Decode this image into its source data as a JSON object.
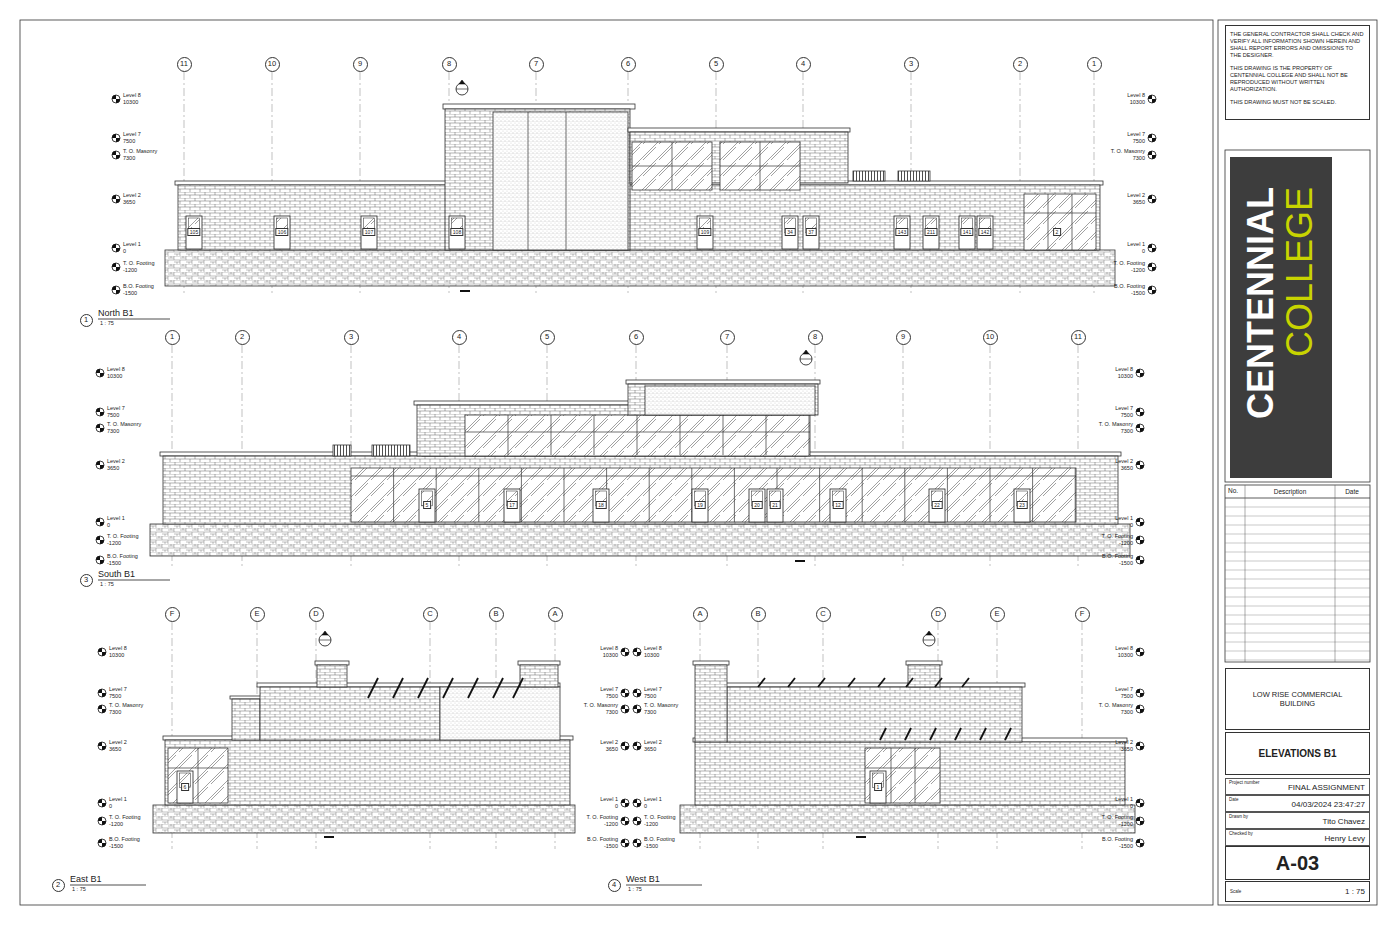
{
  "diagram": {
    "nodes": [
      {
        "text": [
          "11"
        ]
      },
      {
        "text": [
          "10"
        ]
      },
      {
        "text": [
          "9"
        ]
      },
      {
        "text": [
          "8"
        ]
      },
      {
        "text": [
          "7"
        ]
      },
      {
        "text": [
          "6"
        ]
      },
      {
        "text": [
          "5"
        ]
      },
      {
        "text": [
          "4"
        ]
      },
      {
        "text": [
          "3"
        ]
      },
      {
        "text": [
          "2"
        ]
      },
      {
        "text": [
          "1"
        ]
      },
      {
        "text": [
          "1"
        ]
      },
      {
        "text": [
          "1"
        ]
      },
      {
        "text": [
          "2"
        ]
      },
      {
        "text": [
          "3"
        ]
      },
      {
        "text": [
          "4"
        ]
      },
      {
        "text": [
          "5"
        ]
      },
      {
        "text": [
          "6"
        ]
      },
      {
        "text": [
          "7"
        ]
      },
      {
        "text": [
          "8"
        ]
      },
      {
        "text": [
          "9"
        ]
      },
      {
        "text": [
          "10"
        ]
      },
      {
        "text": [
          "11"
        ]
      },
      {
        "text": [
          "3"
        ]
      },
      {
        "text": [
          "F"
        ]
      },
      {
        "text": [
          "E"
        ]
      },
      {
        "text": [
          "D"
        ]
      },
      {
        "text": [
          "C"
        ]
      },
      {
        "text": [
          "B"
        ]
      },
      {
        "text": [
          "A"
        ]
      },
      {
        "text": [
          "A"
        ]
      },
      {
        "text": [
          "B"
        ]
      },
      {
        "text": [
          "C"
        ]
      },
      {
        "text": [
          "D"
        ]
      },
      {
        "text": [
          "E"
        ]
      },
      {
        "text": [
          "F"
        ]
      },
      {
        "text": [
          "2"
        ]
      },
      {
        "text": [
          "4"
        ]
      },
      {
        "text": [
          "THE GENERAL CONTRACTOR SHALL CHECK AND VERIFY ALL INFORMATION SHOWN HEREIN AND SHALL REPORT ERRORS AND OMISSIONS TO THE DESIGNER.",
          "THIS DRAWING IS THE PROPERTY OF CENTENNIAL COLLEGE AND SHALL NOT BE REPRODUCED WITHOUT WRITTEN AUTHORIZATION.",
          "THIS DRAWING MUST NOT BE SCALED."
        ]
      },
      {
        "text": [
          "CENTENNIAL",
          "COLLEGE"
        ]
      },
      {
        "text": [
          "LOW RISE COMMERCIAL BUILDING"
        ]
      },
      {
        "text": [
          "ELEVATIONS B1"
        ]
      },
      {
        "text": [
          "Project number",
          "FINAL ASSIGNMENT"
        ]
      },
      {
        "text": [
          "Date",
          "04/03/2024 23:47:27"
        ]
      },
      {
        "text": [
          "Drawn by",
          "Tito Chavez"
        ]
      },
      {
        "text": [
          "Checked by",
          "Henry Levy"
        ]
      },
      {
        "text": [
          "A-03"
        ]
      },
      {
        "text": [
          "Scale",
          "1 : 75"
        ]
      }
    ],
    "labels": [
      "Level 8",
      "10300",
      "Level 7",
      "7500",
      "T. O. Masonry",
      "7300",
      "Level 2",
      "3650",
      "Level 1",
      "0",
      "T. O. Footing",
      "-1200",
      "B.O. Footing",
      "-1500",
      "Level 8",
      "10300",
      "Level 7",
      "7500",
      "T. O. Masonry",
      "7300",
      "Level 2",
      "3650",
      "Level 1",
      "0",
      "T. O. Footing",
      "-1200",
      "B.O. Footing",
      "-1500",
      "Level 8",
      "10300",
      "Level 7",
      "7500",
      "T. O. Masonry",
      "7300",
      "Level 2",
      "3650",
      "Level 1",
      "0",
      "T. O. Footing",
      "-1200",
      "B.O. Footing",
      "-1500",
      "Level 8",
      "10300",
      "Level 7",
      "7500",
      "T. O. Masonry",
      "7300",
      "Level 2",
      "3650",
      "Level 1",
      "0",
      "T. O. Footing",
      "-1200",
      "B.O. Footing",
      "-1500",
      "Level 8",
      "10300",
      "Level 7",
      "7500",
      "T. O. Masonry",
      "7300",
      "Level 2",
      "3650",
      "Level 1",
      "0",
      "T. O. Footing",
      "-1200",
      "B.O. Footing",
      "-1500",
      "Level 8",
      "10300",
      "Level 7",
      "7500",
      "T. O. Masonry",
      "7300",
      "Level 2",
      "3650",
      "Level 1",
      "0",
      "T. O. Footing",
      "-1200",
      "B.O. Footing",
      "-1500",
      "Level 8",
      "10300",
      "Level 7",
      "7500",
      "T. O. Masonry",
      "7300",
      "Level 2",
      "3650",
      "Level 1",
      "0",
      "T. O. Footing",
      "-1200",
      "B.O. Footing",
      "-1500",
      "Level 8",
      "10300",
      "Level 7",
      "7500",
      "T. O. Masonry",
      "7300",
      "Level 2",
      "3650",
      "Level 1",
      "0",
      "T. O. Footing",
      "-1200",
      "B.O. Footing",
      "-1500",
      "North B1",
      "1 : 75",
      "South B1",
      "1 : 75",
      "East B1",
      "1 : 75",
      "West B1",
      "1 : 75",
      "No.",
      "Description",
      "Date",
      "105",
      "106",
      "107",
      "108",
      "109",
      "34",
      "37",
      "143",
      "211",
      "141",
      "142",
      "2",
      "5",
      "17",
      "18",
      "19",
      "20",
      "21",
      "12",
      "22",
      "23",
      "6",
      "1"
    ]
  }
}
